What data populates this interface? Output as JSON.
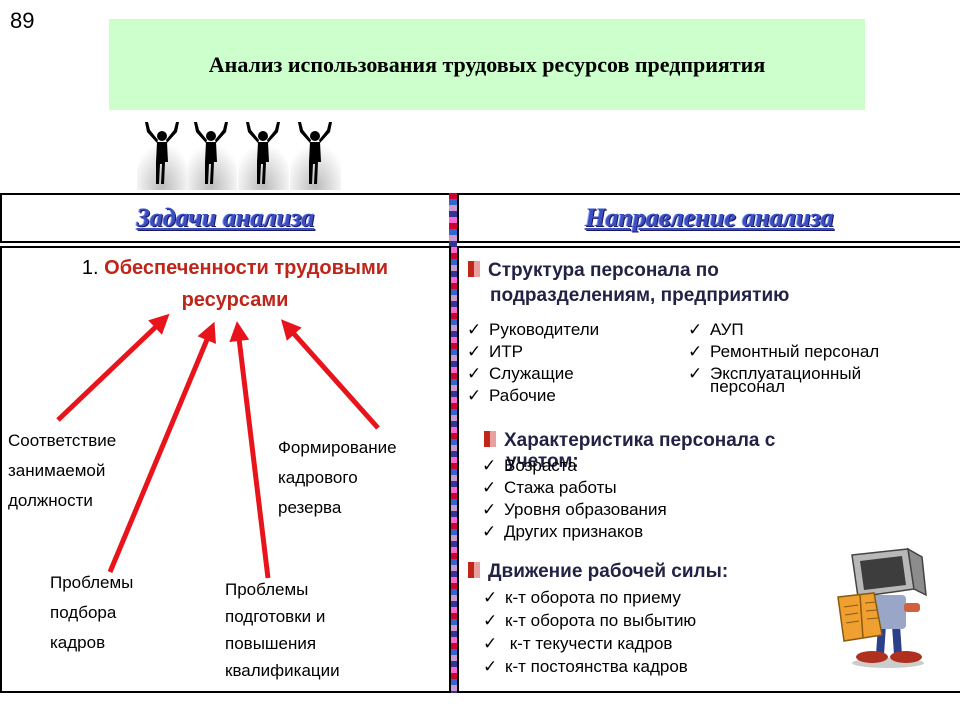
{
  "slide_number": "89",
  "title": "Анализ использования трудовых ресурсов предприятия",
  "left_header": "Задачи анализа",
  "right_header": "Направление анализа",
  "left": {
    "item_number": "1.",
    "item_title_line1": "Обеспеченности трудовыми",
    "item_title_line2": "ресурсами",
    "labels": {
      "position": [
        "Соответствие",
        "занимаемой",
        "должности"
      ],
      "reserve": [
        "Формирование",
        "кадрового",
        "резерва"
      ],
      "selection": [
        "Проблемы",
        "подбора",
        "кадров"
      ],
      "training": [
        "Проблемы",
        "подготовки и",
        "повышения",
        "квалификации"
      ]
    }
  },
  "right": {
    "structure": {
      "title_line1": "Структура персонала по",
      "title_line2": "подразделениям, предприятию",
      "col1": [
        "Руководители",
        "ИТР",
        "Служащие",
        "Рабочие"
      ],
      "col2": [
        "АУП",
        "Ремонтный персонал",
        "Эксплуатационный",
        "персонал"
      ]
    },
    "characteristics": {
      "title_line1": "Характеристика персонала с",
      "title_line2": "учетом:",
      "items": [
        "Возраста",
        "Стажа работы",
        "Уровня образования",
        "Других признаков"
      ]
    },
    "movement": {
      "title": "Движение рабочей силы:",
      "items": [
        "к-т оборота по приему",
        "к-т оборота по выбытию",
        " к-т текучести кадров",
        "к-т постоянства кадров"
      ]
    }
  },
  "check_glyph": "✓",
  "colors": {
    "title_bg": "#ccffcc",
    "accent_red": "#c0251a",
    "header_blue": "#3b4fbf"
  },
  "icons": [
    "person-silhouette-icon",
    "person-silhouette-icon",
    "person-silhouette-icon",
    "person-silhouette-icon",
    "robot-reading-icon",
    "check-icon",
    "red-square-bullet-icon",
    "red-arrow-icon"
  ]
}
